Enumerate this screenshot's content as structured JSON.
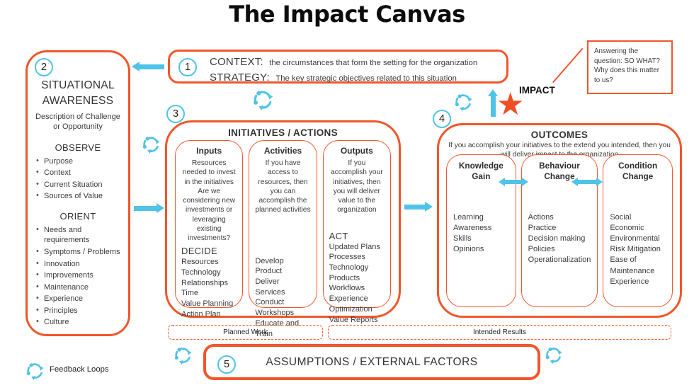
{
  "title": "The Impact Canvas",
  "colors": {
    "orange": "#F1562B",
    "cyan": "#4FC3E8",
    "star": "#F04E23",
    "text": "#3B3B3B"
  },
  "impact_label": "IMPACT",
  "impact_star_icon": "★",
  "callout": {
    "text": "Answering the question: SO WHAT? Why does this matter to us?"
  },
  "zones": {
    "planned_work": "Planned Work",
    "intended_results": "Intended Results"
  },
  "legend": {
    "label": "Feedback Loops"
  },
  "box1": {
    "number": "1",
    "rows": [
      {
        "term": "CONTEXT:",
        "desc": "the circumstances that form the setting for the organization"
      },
      {
        "term": "STRATEGY:",
        "desc": "The key strategic objectives related to this situation"
      }
    ]
  },
  "box2": {
    "number": "2",
    "title": "SITUATIONAL AWARENESS",
    "subtitle": "Description of Challenge or Opportunity",
    "observe_heading": "OBSERVE",
    "observe_items": [
      "Purpose",
      "Context",
      "Current Situation",
      "Sources of Value"
    ],
    "orient_heading": "ORIENT",
    "orient_items": [
      "Needs and requirements",
      "Symptoms / Problems",
      "Innovation",
      "Improvements",
      "Maintenance",
      "Experience",
      "Principles",
      "Culture"
    ]
  },
  "box3": {
    "number": "3",
    "title": "INITIATIVES / ACTIONS",
    "columns": [
      {
        "heading": "Inputs",
        "desc1": "Resources needed to invest in the initiatives",
        "desc2": "Are we considering new investments or leveraging existing investments?",
        "label": "DECIDE",
        "items": [
          "Resources",
          "Technology",
          "Relationships",
          "Time",
          "Value Planning",
          "Action Plan"
        ]
      },
      {
        "heading": "Activities",
        "desc1": "If you have access to resources, then you can accomplish the planned activities",
        "desc2": "",
        "label": "",
        "items": [
          "Develop",
          "Product",
          "Deliver Services",
          "Conduct",
          "Workshops",
          "Educate and Train"
        ]
      },
      {
        "heading": "Outputs",
        "desc1": "If you accomplish your initiatives, then you will deliver value to the organization",
        "desc2": "",
        "label": "ACT",
        "items": [
          "Updated Plans",
          "Processes",
          "Technology",
          "Products",
          "Workflows",
          "Experience",
          "Optimization",
          "Value Reports"
        ]
      }
    ]
  },
  "box4": {
    "number": "4",
    "title": "OUTCOMES",
    "subtitle": "If you accomplish your initiatives to the extend you intended, then you will deliver impact to the organization",
    "columns": [
      {
        "heading": "Knowledge Gain",
        "items": [
          "Learning",
          "Awareness",
          "Skills",
          "Opinions"
        ]
      },
      {
        "heading": "Behaviour Change",
        "items": [
          "Actions",
          "Practice",
          "Decision making",
          "Policies",
          "Operationalization"
        ]
      },
      {
        "heading": "Condition Change",
        "items": [
          "Social",
          "Economic",
          "Environmental",
          "Risk Mitigation",
          "Ease of Maintenance",
          "Experience"
        ]
      }
    ]
  },
  "box5": {
    "number": "5",
    "title": "ASSUMPTIONS / EXTERNAL FACTORS"
  }
}
